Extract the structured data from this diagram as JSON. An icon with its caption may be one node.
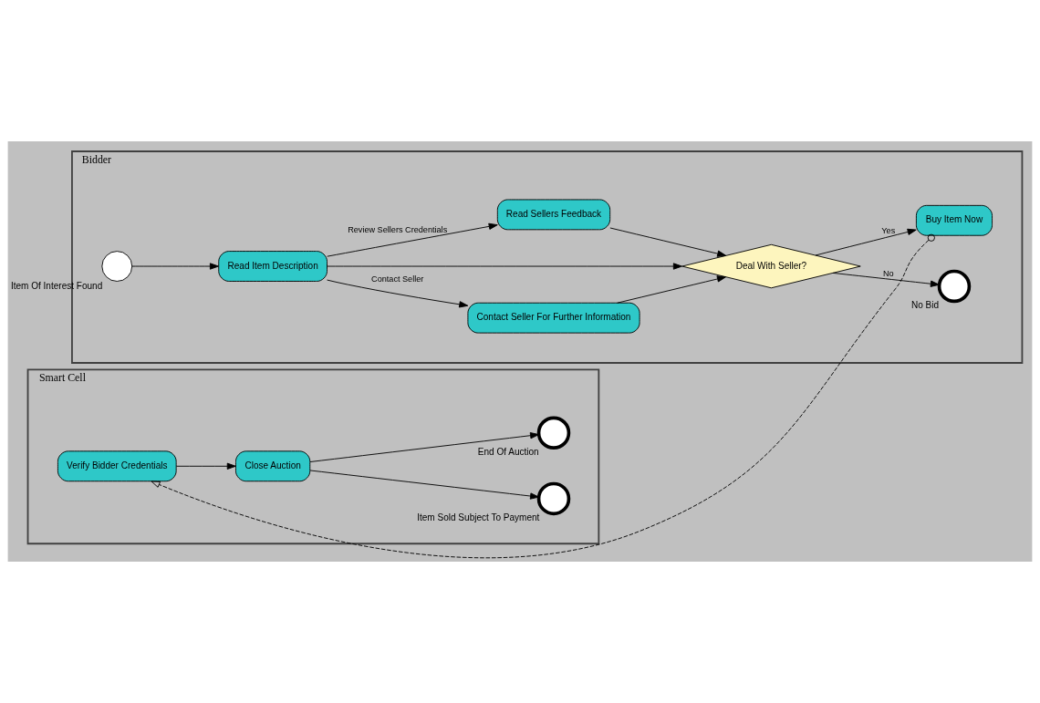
{
  "diagram": {
    "nodes": [
      {
        "text": [
          "Bidder"
        ]
      },
      {
        "text": [],
        "shape": "circle",
        "beside": [
          "Item Of Interest Found"
        ],
        "in": 0
      },
      {
        "text": [
          "Read Item Description"
        ],
        "in": 0
      },
      {
        "text": [
          "Contact Seller For Further Information"
        ],
        "in": 0
      },
      {
        "text": [
          "Deal With Seller?"
        ],
        "in": 0
      },
      {
        "text": [],
        "shape": "circle",
        "beside": [
          "No Bid"
        ],
        "in": 0
      },
      {
        "text": [
          "Read Sellers Feedback"
        ],
        "in": 0
      },
      {
        "text": [
          "Buy Item Now"
        ],
        "in": 0
      },
      {
        "text": [
          "Smart Cell"
        ]
      },
      {
        "text": [
          "Verify Bidder Credentials"
        ],
        "in": 8
      },
      {
        "text": [
          "Close Auction"
        ],
        "in": 8
      },
      {
        "text": [],
        "shape": "circle",
        "beside": [
          "Item Sold Subject To Payment"
        ],
        "in": 8
      },
      {
        "text": [],
        "shape": "circle",
        "beside": [
          "End Of Auction"
        ],
        "in": 8
      }
    ],
    "edges": [
      {
        "from": 1,
        "to": 2,
        "arrow": "to"
      },
      {
        "from": 2,
        "to": 3,
        "arrow": "to",
        "label": "Contact Seller"
      },
      {
        "from": 2,
        "to": 4,
        "arrow": "to"
      },
      {
        "from": 2,
        "to": 6,
        "arrow": "to",
        "label": "Review Sellers Credentials"
      },
      {
        "from": 3,
        "to": 4,
        "arrow": "to"
      },
      {
        "from": 6,
        "to": 4,
        "arrow": "to"
      },
      {
        "from": 4,
        "to": 5,
        "arrow": "to",
        "label": "No"
      },
      {
        "from": 4,
        "to": 7,
        "arrow": "to",
        "label": "Yes"
      },
      {
        "from": 7,
        "to": 9,
        "arrow": "to",
        "style": "dashed"
      },
      {
        "from": 9,
        "to": 10,
        "arrow": "to"
      },
      {
        "from": 10,
        "to": 11,
        "arrow": "to"
      },
      {
        "from": 10,
        "to": 12,
        "arrow": "to"
      }
    ]
  }
}
